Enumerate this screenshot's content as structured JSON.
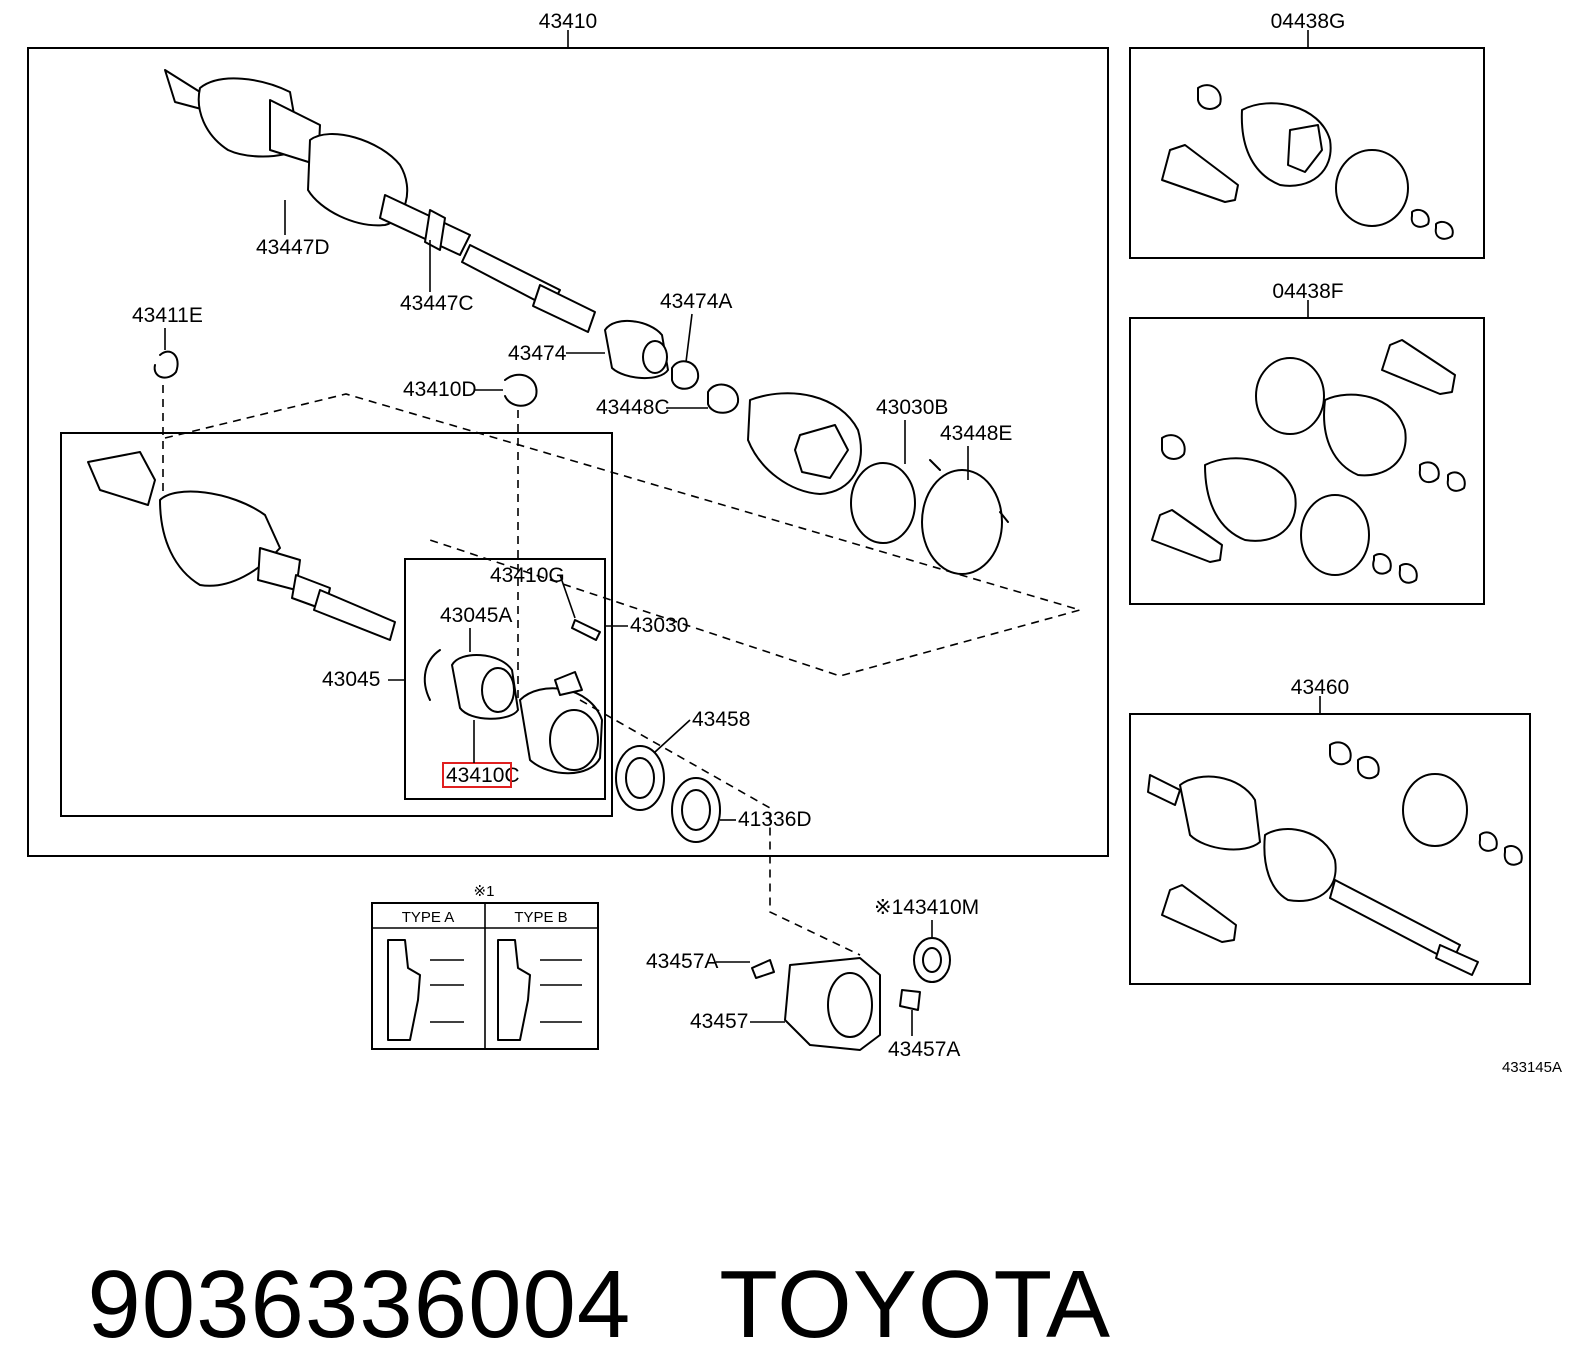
{
  "labels": {
    "l43410": "43410",
    "l04438G": "04438G",
    "l04438F": "04438F",
    "l43460": "43460",
    "l43447D": "43447D",
    "l43447C": "43447C",
    "l43411E": "43411E",
    "l43474A": "43474A",
    "l43474": "43474",
    "l43410D": "43410D",
    "l43448C": "43448C",
    "l43030B": "43030B",
    "l43448E": "43448E",
    "l43410G": "43410G",
    "l43045A": "43045A",
    "l43030": "43030",
    "l43045": "43045",
    "l43410C": "43410C",
    "l43458": "43458",
    "l41336D": "41336D",
    "l43410M": "※143410M",
    "l43457A_top": "43457A",
    "l43457": "43457",
    "l43457A_bottom": "43457A",
    "note_mark": "※1",
    "type_a": "TYPE A",
    "type_b": "TYPE B",
    "figure_code": "433145A"
  },
  "footer": {
    "part_number": "9036336004",
    "brand": "TOYOTA"
  },
  "colors": {
    "line": "#000000",
    "highlight": "#e02020",
    "background": "#ffffff"
  }
}
